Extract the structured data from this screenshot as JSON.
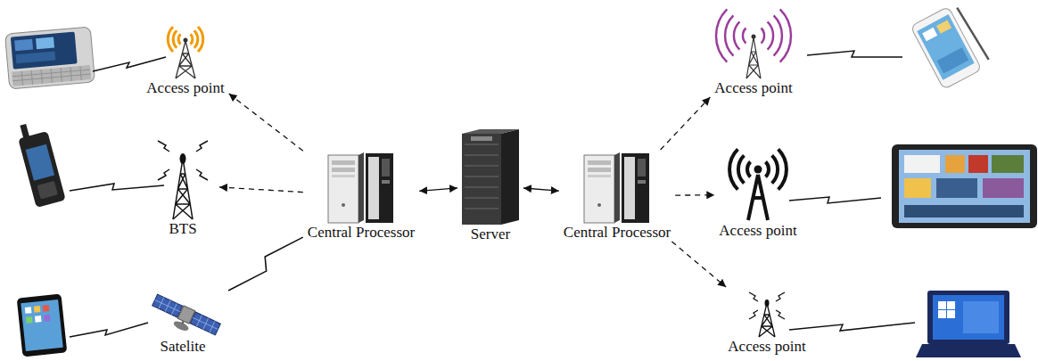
{
  "diagram": {
    "nodes": [
      {
        "text": [
          "Access point"
        ]
      },
      {
        "text": [
          "BTS"
        ]
      },
      {
        "text": [
          "Satelite"
        ]
      },
      {
        "text": [
          "Central Processor"
        ]
      },
      {
        "text": [
          "Server"
        ]
      },
      {
        "text": [
          "Central Processor"
        ]
      },
      {
        "text": [
          "Access point"
        ]
      },
      {
        "text": [
          "Access point"
        ]
      },
      {
        "text": [
          "Access point"
        ]
      }
    ],
    "edges": [
      {
        "from": 3,
        "to": 0,
        "arrow": "to"
      },
      {
        "from": 3,
        "to": 1,
        "arrow": "to"
      },
      {
        "from": 2,
        "to": 3,
        "arrow": "none"
      },
      {
        "from": 3,
        "to": 4,
        "arrow": "both"
      },
      {
        "from": 4,
        "to": 5,
        "arrow": "both"
      },
      {
        "from": 5,
        "to": 6,
        "arrow": "to"
      },
      {
        "from": 5,
        "to": 7,
        "arrow": "to"
      },
      {
        "from": 5,
        "to": 8,
        "arrow": "to"
      }
    ]
  }
}
